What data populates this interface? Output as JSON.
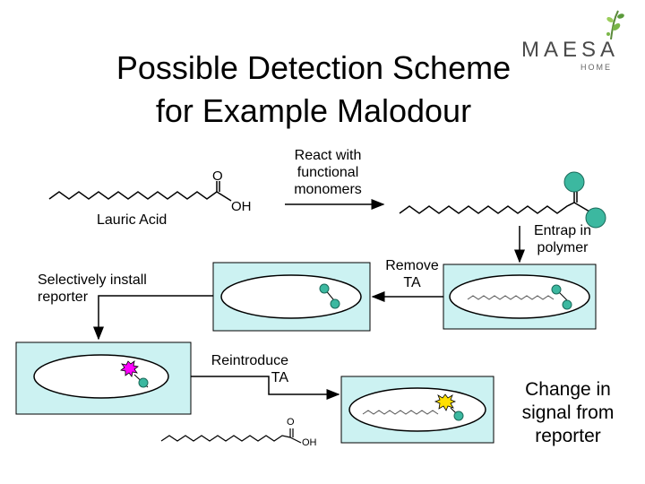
{
  "title_line1": "Possible Detection Scheme",
  "title_line2": "for Example Malodour",
  "logo": {
    "word": "MAESA",
    "sub": "HOME"
  },
  "labels": {
    "react": [
      "React with",
      "functional",
      "monomers"
    ],
    "lauric_acid": "Lauric Acid",
    "entrap": [
      "Entrap in",
      "polymer"
    ],
    "remove_ta": [
      "Remove",
      "TA"
    ],
    "install_reporter": [
      "Selectively install",
      "reporter"
    ],
    "reintroduce_ta": [
      "Reintroduce",
      "TA"
    ],
    "change_signal": [
      "Change in",
      "signal from",
      "reporter"
    ]
  },
  "chem": {
    "O": "O",
    "OH": "OH"
  },
  "colors": {
    "box_fill": "#ccf2f2",
    "cell_fill": "#ffffff",
    "green": "#3cb8a0",
    "reporter": "#ff00ff",
    "burst": "#ffe000"
  }
}
